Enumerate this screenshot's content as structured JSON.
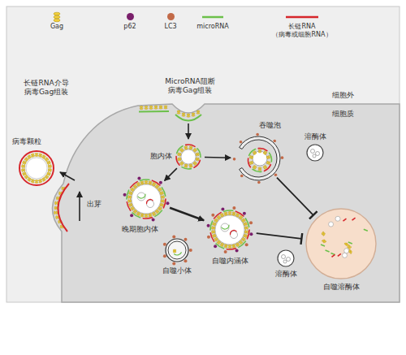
{
  "diagram": {
    "nodes": [
      {
        "text": [
          "病毒颗粒"
        ]
      },
      {
        "text": [
          "胞内体"
        ]
      },
      {
        "text": [
          "吞噬泡"
        ]
      },
      {
        "text": [
          "溶酶体"
        ]
      },
      {
        "text": [
          "晚期胞内体"
        ]
      },
      {
        "text": [
          "自噬小体"
        ]
      },
      {
        "text": [
          "自噬内涵体"
        ]
      },
      {
        "text": [
          "溶酶体"
        ]
      },
      {
        "text": [
          "自噬溶酶体"
        ]
      }
    ],
    "edges": [
      {
        "from": 1,
        "to": 4,
        "arrow": "to"
      },
      {
        "from": 1,
        "to": 2,
        "arrow": "to"
      },
      {
        "from": 4,
        "to": 6,
        "arrow": "to"
      },
      {
        "from": 2,
        "to": 8,
        "arrow": "to"
      },
      {
        "from": 6,
        "to": 8,
        "arrow": "to"
      }
    ],
    "labels": [
      "长链RNA介导 病毒Gag组装",
      "MicroRNA阻断 病毒Gag组装",
      "细胞外",
      "细胞质",
      "出芽"
    ],
    "legend": [
      {
        "text": "Gag"
      },
      {
        "text": "p62",
        "color": "#7a1f6b"
      },
      {
        "text": "LC3",
        "color": "#c26a48"
      },
      {
        "text": "microRNA"
      },
      {
        "text": "长链RNA （病毒或细胞RNA）"
      }
    ]
  }
}
